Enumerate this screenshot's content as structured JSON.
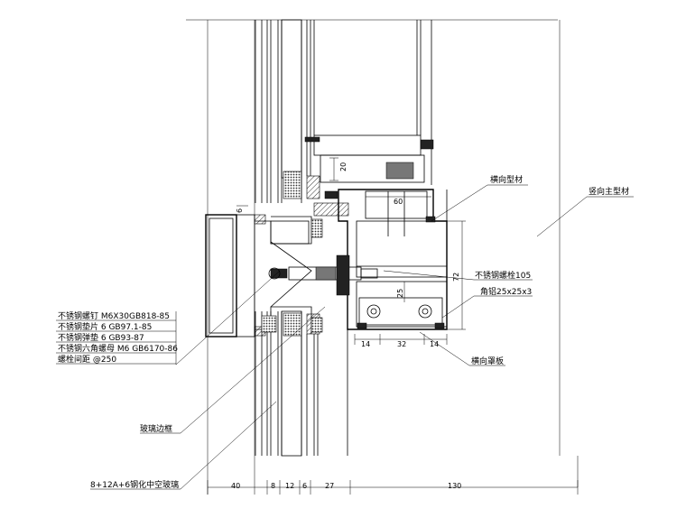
{
  "labels": {
    "transom_profile": "横向型材",
    "mullion_profile": "竖向主型材",
    "bolt": "不锈钢螺栓105",
    "angle": "角铝25x25x3",
    "transom_cover": "横向罩板",
    "glass_frame": "玻璃边框",
    "glass": "8+12A+6钢化中空玻璃"
  },
  "spec_table": [
    "不锈钢螺钉 M6X30GB818-85",
    "不锈钢垫片  6 GB97.1-85",
    "不锈钢弹垫  6  GB93-87",
    "不锈钢六角螺母 M6 GB6170-86",
    "螺栓间距 @250"
  ],
  "dimensions": {
    "bottom": [
      "40",
      "8",
      "12",
      "6",
      "27",
      "130"
    ],
    "gap_20": "20",
    "width_60": "60",
    "height_72": "72",
    "height_25": "25",
    "small_6": "6",
    "cover": [
      "14",
      "32",
      "14"
    ]
  }
}
